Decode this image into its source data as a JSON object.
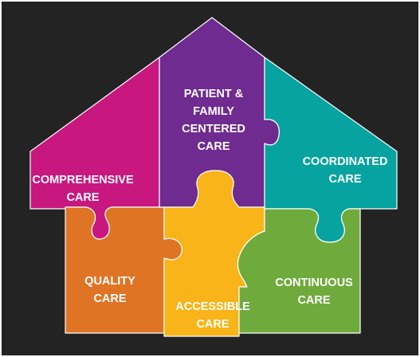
{
  "colors": {
    "background": "#232323",
    "comprehensive": "#c8177f",
    "patient_family": "#6f2b8f",
    "coordinated": "#06a3a0",
    "quality": "#df7425",
    "accessible": "#f8b418",
    "continuous": "#6fab3c"
  },
  "pieces": {
    "comprehensive": {
      "line1": "COMPREHENSIVE",
      "line2": "CARE"
    },
    "patient_family": {
      "line1": "PATIENT &",
      "line2": "FAMILY",
      "line3": "CENTERED",
      "line4": "CARE"
    },
    "coordinated": {
      "line1": "COORDINATED",
      "line2": "CARE"
    },
    "quality": {
      "line1": "QUALITY",
      "line2": "CARE"
    },
    "accessible": {
      "line1": "ACCESSIBLE",
      "line2": "CARE"
    },
    "continuous": {
      "line1": "CONTINUOUS",
      "line2": "CARE"
    }
  }
}
